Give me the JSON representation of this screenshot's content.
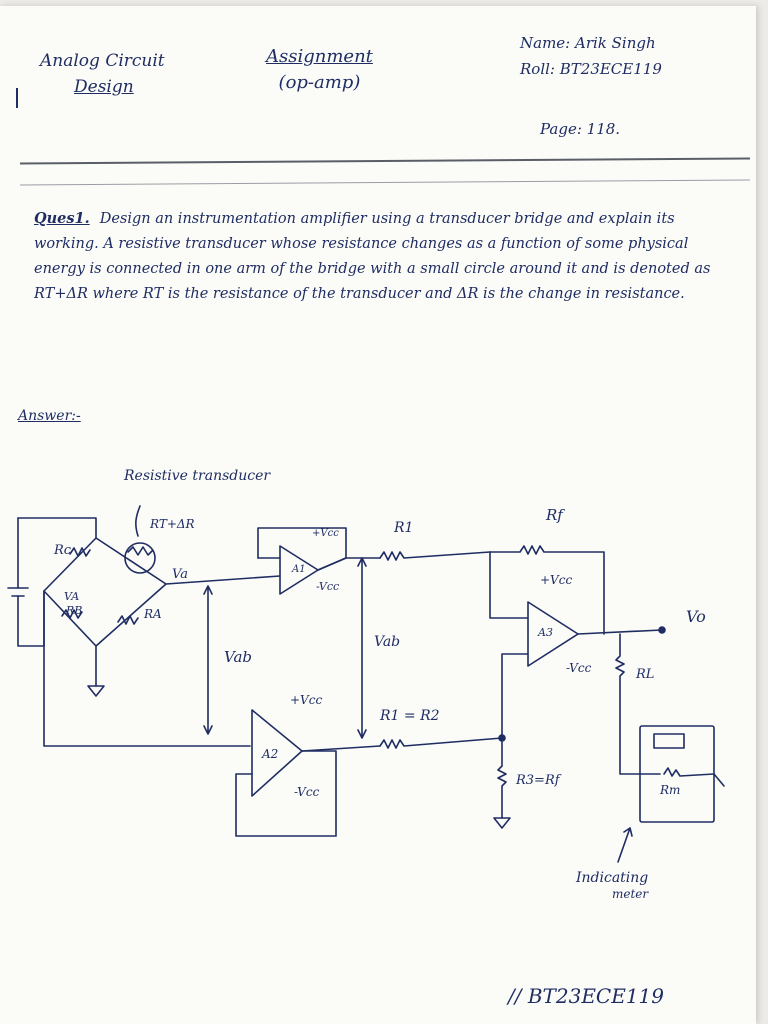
{
  "header": {
    "course_line1": "Analog Circuit",
    "course_line2": "Design",
    "assignment_line1": "Assignment",
    "assignment_line2": "(op-amp)",
    "name": "Name: Arik Singh",
    "roll": "Roll: BT23ECE119",
    "page": "Page: 118."
  },
  "question": {
    "label": "Ques1.",
    "text": "Design an instrumentation amplifier using a transducer bridge and explain its working. A resistive transducer whose resistance changes as a function of some physical energy is connected in one arm of the bridge with a small circle around it and is denoted as RT+ΔR where RT is the resistance of the transducer and ΔR is the change in resistance."
  },
  "answer_label": "Answer:-",
  "circuit_labels": {
    "transducer_title": "Resistive transducer",
    "rt_dr": "RT+ΔR",
    "rc": "Rc",
    "va_left": "VA",
    "rb": "RB",
    "ra": "RA",
    "va": "Va",
    "vab_left": "Vab",
    "vab_mid": "Vab",
    "a1": "A1",
    "a2": "A2",
    "a3": "A3",
    "a1_vcc_pos": "+Vcc",
    "a1_vcc_neg": "-Vcc",
    "a2_vcc_pos": "+Vcc",
    "a2_vcc_neg": "-Vcc",
    "a3_vcc_pos": "+Vcc",
    "a3_vcc_neg": "-Vcc",
    "r1": "R1",
    "r1_eq_r2": "R1 = R2",
    "rf": "Rf",
    "r3_eq_rf": "R3=Rf",
    "vo": "Vo",
    "rl": "RL",
    "rm": "Rm",
    "meter_line1": "Indicating",
    "meter_line2": "meter"
  },
  "footer": "// BT23ECE119"
}
